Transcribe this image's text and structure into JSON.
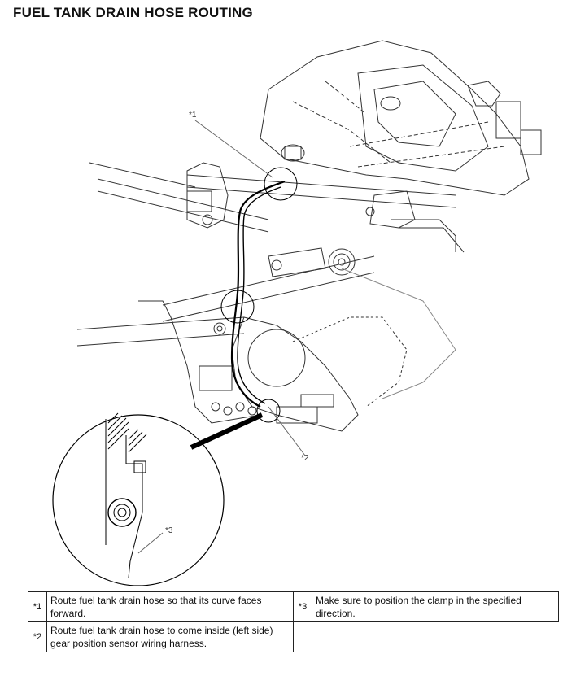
{
  "page_title": "FUEL TANK DRAIN HOSE ROUTING",
  "figure": {
    "callouts": {
      "c1": "*1",
      "c2": "*2",
      "c3": "*3"
    }
  },
  "notes": [
    {
      "mark": "*1",
      "text": "Route fuel tank drain hose so that its curve faces forward."
    },
    {
      "mark": "*3",
      "text": "Make sure to position the clamp in the specified direction."
    },
    {
      "mark": "*2",
      "text": "Route fuel tank drain hose to come inside (left side) gear position sensor wiring harness."
    }
  ]
}
